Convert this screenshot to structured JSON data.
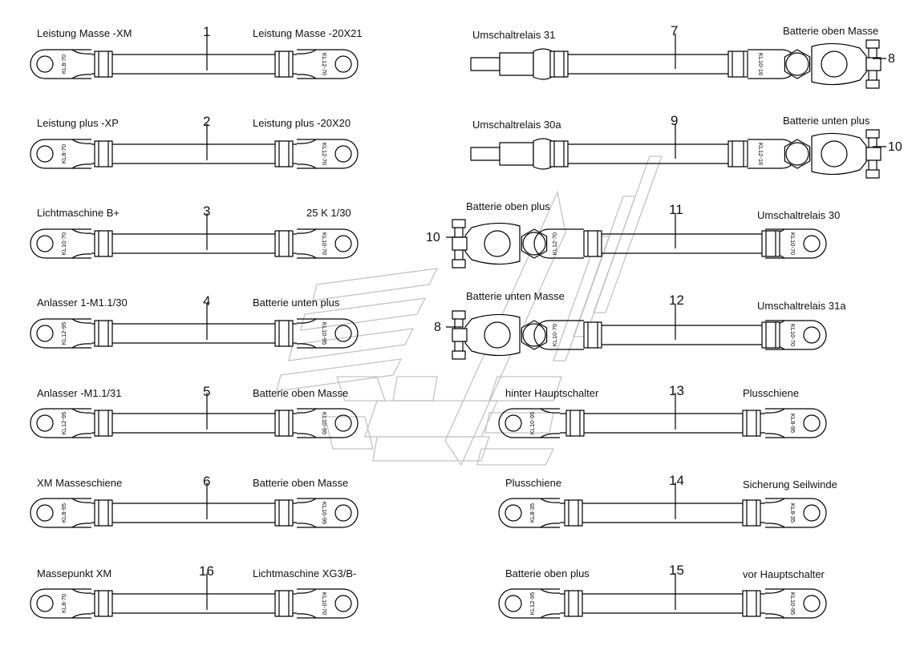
{
  "cables": [
    {
      "number": "1",
      "left_label": "Leistung Masse -XM",
      "right_label": "Leistung Masse -20X21",
      "left_lug": "KL8-70",
      "right_lug": "KL12-70"
    },
    {
      "number": "2",
      "left_label": "Leistung plus -XP",
      "right_label": "Leistung plus -20X20",
      "left_lug": "KL8-70",
      "right_lug": "KL12-70"
    },
    {
      "number": "3",
      "left_label": "Lichtmaschine B+",
      "right_label": "25 K 1/30",
      "left_lug": "KL10-70",
      "right_lug": "KL10-70"
    },
    {
      "number": "4",
      "left_label": "Anlasser 1-M1.1/30",
      "right_label": "Batterie unten plus",
      "left_lug": "KL12-95",
      "right_lug": "KL10-95"
    },
    {
      "number": "5",
      "left_label": "Anlasser -M1.1/31",
      "right_label": "Batterie oben Masse",
      "left_lug": "KL12-95",
      "right_lug": "KL10-95"
    },
    {
      "number": "6",
      "left_label": "XM Masseschiene",
      "right_label": "Batterie oben Masse",
      "left_lug": "KL8-95",
      "right_lug": "KL10-95"
    },
    {
      "number": "16",
      "left_label": "Massepunkt XM",
      "right_label": "Lichtmaschine XG3/B-",
      "left_lug": "KL8-70",
      "right_lug": "KL10-70"
    },
    {
      "number": "7",
      "left_label": "Umschaltrelais 31",
      "right_label": "Batterie oben Masse",
      "right_lug": "KL10-16",
      "terminal_ref": "8"
    },
    {
      "number": "9",
      "left_label": "Umschaltrelais 30a",
      "right_label": "Batterie unten plus",
      "right_lug": "KL12-16",
      "terminal_ref": "10"
    },
    {
      "number": "11",
      "left_label": "Batterie oben plus",
      "right_label": "Umschaltrelais 30",
      "left_lug": "KL12-70",
      "right_lug": "KL10-70",
      "terminal_ref": "10"
    },
    {
      "number": "12",
      "left_label": "Batterie unten Masse",
      "right_label": "Umschaltrelais 31a",
      "left_lug": "KL10-70",
      "right_lug": "KL10-70",
      "terminal_ref": "8"
    },
    {
      "number": "13",
      "left_label": "hinter Hauptschalter",
      "right_label": "Plusschiene",
      "left_lug": "KL10-95",
      "right_lug": "KL8-95"
    },
    {
      "number": "14",
      "left_label": "Plusschiene",
      "right_label": "Sicherung Seilwinde",
      "left_lug": "KL8-35",
      "right_lug": "KL8-35"
    },
    {
      "number": "15",
      "left_label": "Batterie oben plus",
      "right_label": "vor Hauptschalter",
      "left_lug": "KL12-95",
      "right_lug": "KL10-95"
    }
  ]
}
